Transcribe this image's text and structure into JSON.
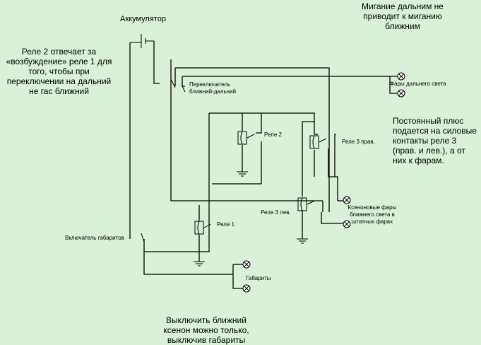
{
  "notes": {
    "high_beam_blink": "Мигание дальним не приводит к миганию ближним",
    "relay2_role": "Реле 2 отвечает за «возбуждение» реле 1 для того, чтобы при переключении на дальний не гас ближний",
    "constant_plus": "Постоянный плюс подается на силовые контакты реле 3 (прав. и лев.), а от них к фарам.",
    "xenon_off": "Выключить ближний ксенон можно только, выключив габариты"
  },
  "labels": {
    "battery": "Аккумулятор",
    "switch_low_high": "Переключатель ближний-дальний",
    "high_beam_lamps": "Фары дальнего света",
    "relay2": "Реле 2",
    "relay3_right": "Реле 3 прав.",
    "relay3_left": "Реле 3 лев.",
    "relay1": "Реле 1",
    "xenon_lamps": "Ксеноновые фары ближнего света в штатных фарах",
    "parking_switch": "Включатель габаритов",
    "parking_lights": "Габариты"
  },
  "icons": {
    "battery": "battery-symbol",
    "relay": "relay-coil-symbol",
    "lamp": "lamp-cross-symbol",
    "ground": "ground-symbol",
    "switch": "switch-symbol"
  }
}
